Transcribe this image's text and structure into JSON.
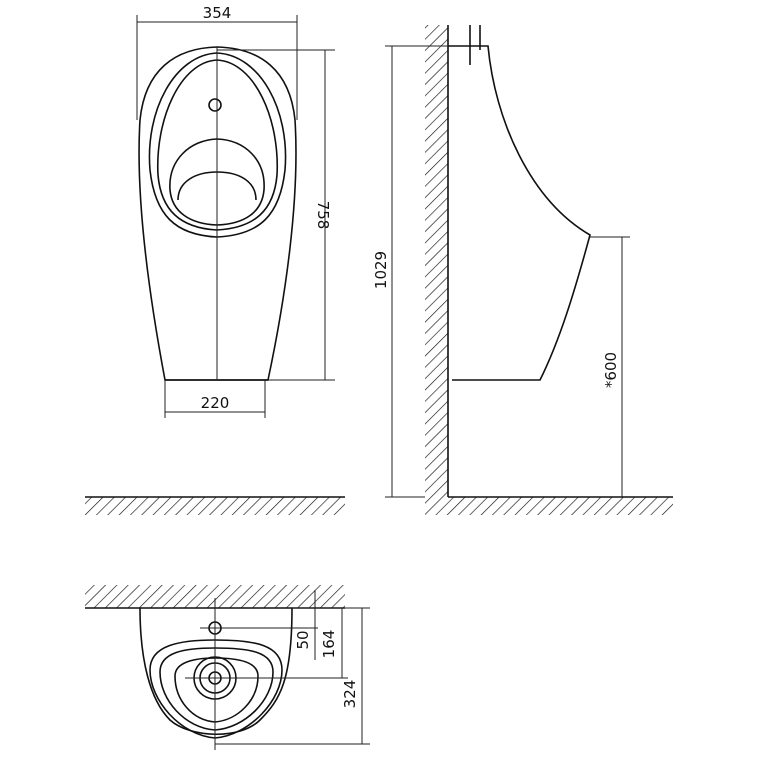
{
  "dimensions": {
    "front_width": "354",
    "front_height": "758",
    "base_width": "220",
    "mount_height": "1029",
    "rim_height": "*600",
    "inlet_offset": "50",
    "drain_offset": "164",
    "depth": "324"
  },
  "colors": {
    "line": "#111111",
    "background": "#ffffff"
  }
}
